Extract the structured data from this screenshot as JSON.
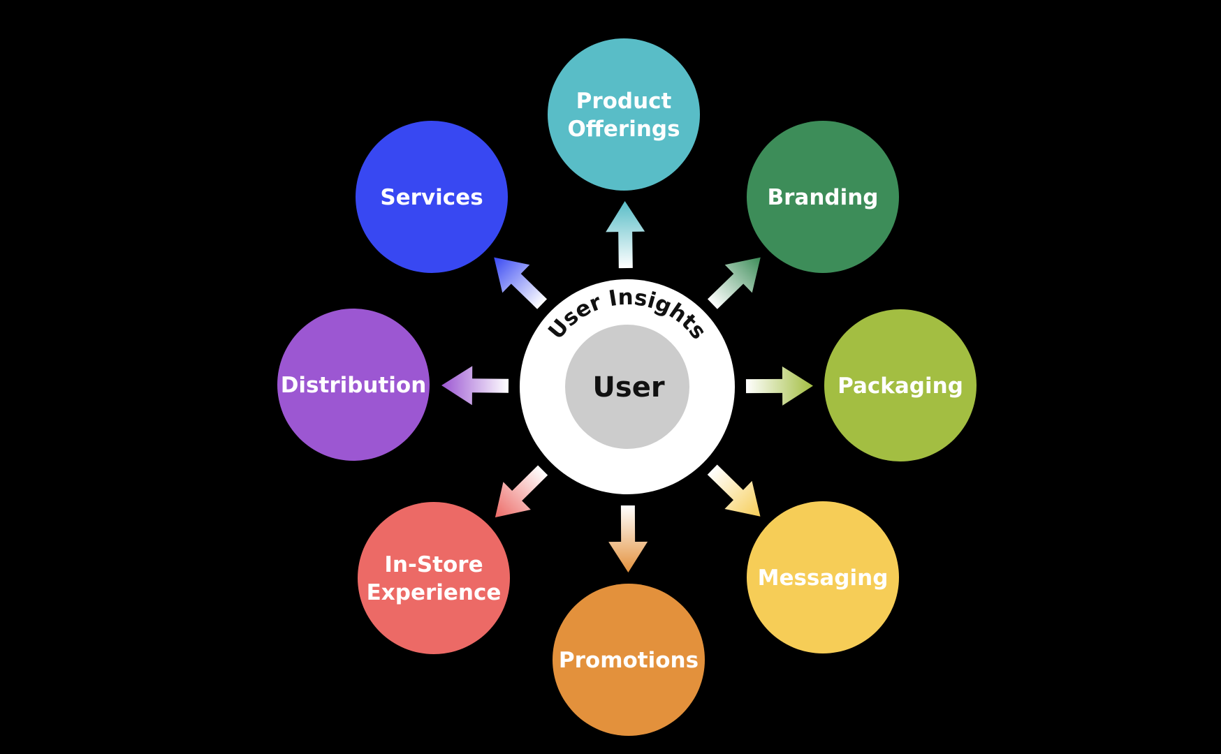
{
  "center": {
    "label": "User",
    "ring_label": "User Insights",
    "ring_color": "#ffffff",
    "inner_color": "#cccccc"
  },
  "nodes": [
    {
      "id": "product-offerings",
      "label": [
        "Product",
        "Offerings"
      ],
      "color": "#59bdc7"
    },
    {
      "id": "branding",
      "label": [
        "Branding"
      ],
      "color": "#3d8d59"
    },
    {
      "id": "packaging",
      "label": [
        "Packaging"
      ],
      "color": "#a3be42"
    },
    {
      "id": "messaging",
      "label": [
        "Messaging"
      ],
      "color": "#f6cd57"
    },
    {
      "id": "promotions",
      "label": [
        "Promotions"
      ],
      "color": "#e3913c"
    },
    {
      "id": "in-store-experience",
      "label": [
        "In-Store",
        "Experience"
      ],
      "color": "#ec6a66"
    },
    {
      "id": "distribution",
      "label": [
        "Distribution"
      ],
      "color": "#9c57d2"
    },
    {
      "id": "services",
      "label": [
        "Services"
      ],
      "color": "#3848f2"
    }
  ],
  "background_color": "#000000"
}
